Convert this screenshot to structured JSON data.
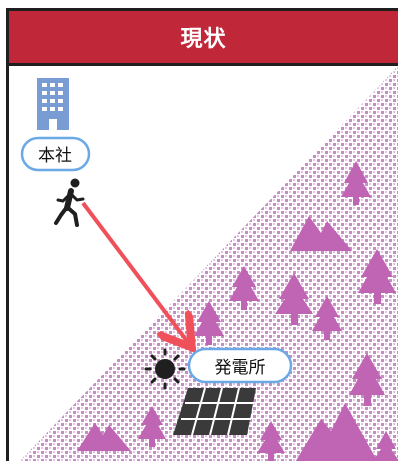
{
  "title": "現状",
  "labels": {
    "head_office": "本社",
    "power_plant": "発電所"
  },
  "icons": {
    "building": "building-icon",
    "person": "walking-person-icon",
    "sun": "sun-icon",
    "solar_panel": "solar-panel-icon",
    "tree": "tree-icon",
    "mountain": "mountain-icon",
    "arrow": "arrow-icon"
  },
  "colors": {
    "header": "#c0283a",
    "arrow": "#f0505a",
    "pill_border": "#6aa8e6",
    "forest_pattern": "#c58ec4",
    "forest_icon": "#c064b4",
    "building": "#7a9cd4",
    "solar_panel": "#3a3a3a"
  }
}
